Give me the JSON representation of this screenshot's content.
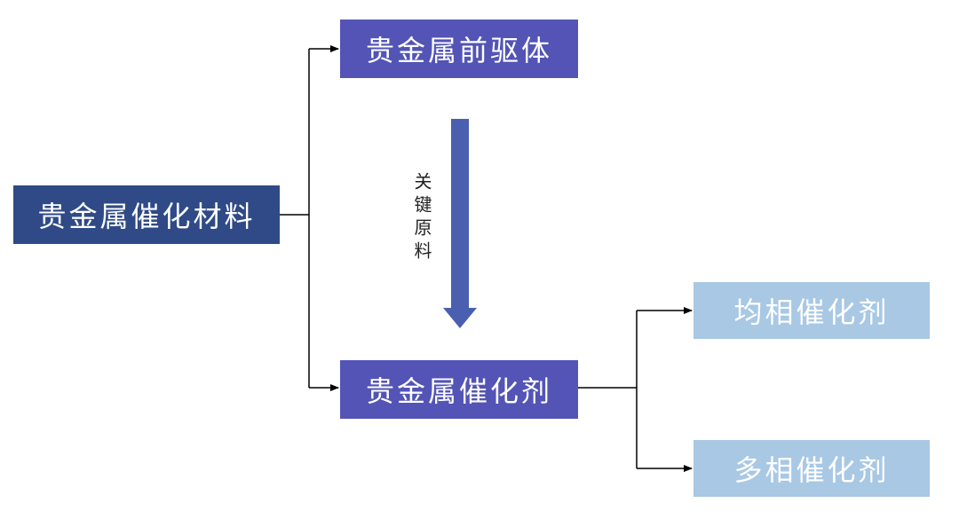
{
  "nodes": {
    "root": "贵金属催化材料",
    "precursor": "贵金属前驱体",
    "catalyst": "贵金属催化剂",
    "homogeneous": "均相催化剂",
    "heterogeneous": "多相催化剂"
  },
  "edge_label": "关键原料",
  "colors": {
    "root": "#2f4a86",
    "mid": "#5354b6",
    "leaf": "#a8c8e4",
    "big_arrow": "#4a5fb0",
    "line": "#000000"
  }
}
